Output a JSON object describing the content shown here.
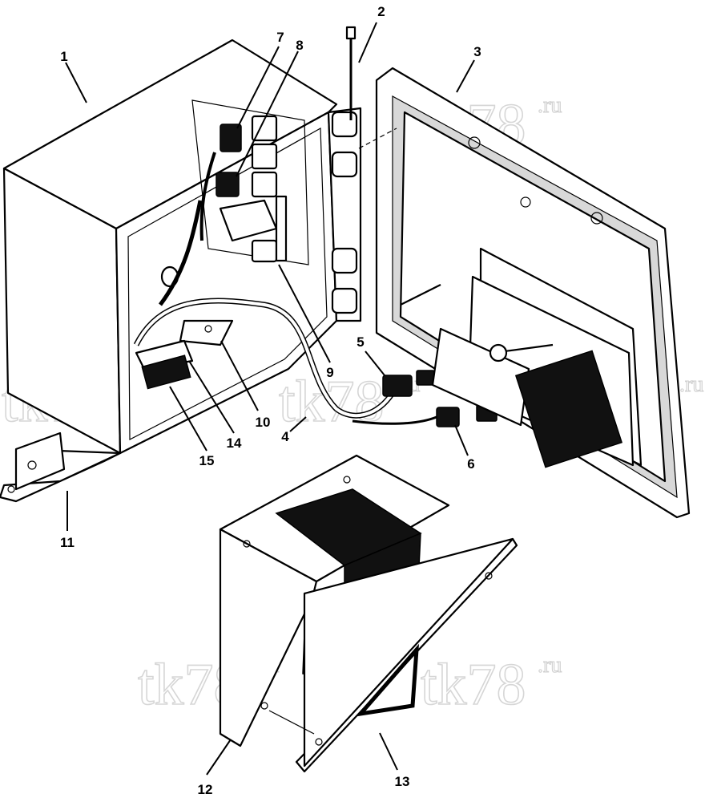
{
  "watermark": {
    "text": "tk78",
    "suffix": ".ru"
  },
  "callouts": [
    {
      "id": "1",
      "label": "1"
    },
    {
      "id": "2",
      "label": "2"
    },
    {
      "id": "3",
      "label": "3"
    },
    {
      "id": "4",
      "label": "4"
    },
    {
      "id": "5",
      "label": "5"
    },
    {
      "id": "6",
      "label": "6"
    },
    {
      "id": "7",
      "label": "7"
    },
    {
      "id": "8",
      "label": "8"
    },
    {
      "id": "9",
      "label": "9"
    },
    {
      "id": "10",
      "label": "10"
    },
    {
      "id": "11",
      "label": "11"
    },
    {
      "id": "12",
      "label": "12"
    },
    {
      "id": "13",
      "label": "13"
    },
    {
      "id": "14",
      "label": "14"
    },
    {
      "id": "15",
      "label": "15"
    }
  ]
}
